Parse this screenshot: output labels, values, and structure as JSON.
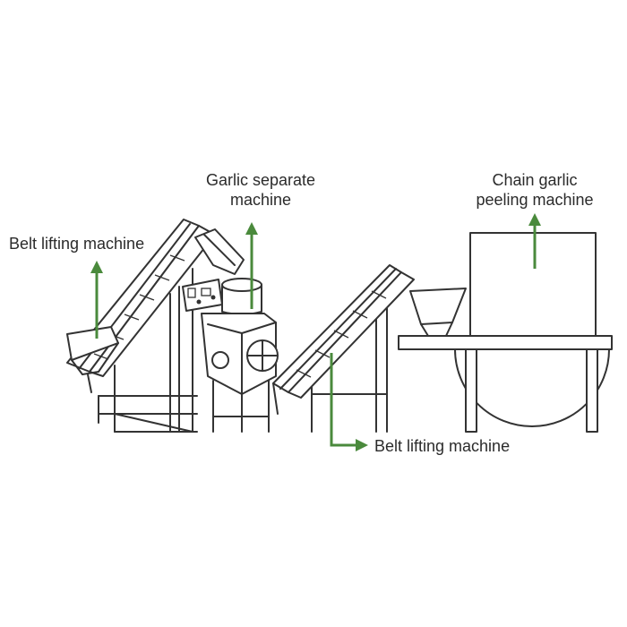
{
  "colors": {
    "arrow": "#4a8a3c",
    "line": "#333333",
    "text": "#2b2b2b",
    "background": "#ffffff"
  },
  "labels": {
    "belt_lifting_left": "Belt lifting machine",
    "garlic_separate": [
      "Garlic separate",
      "machine"
    ],
    "chain_peeling": [
      "Chain garlic",
      "peeling machine"
    ],
    "belt_lifting_bottom": "Belt lifting machine"
  }
}
